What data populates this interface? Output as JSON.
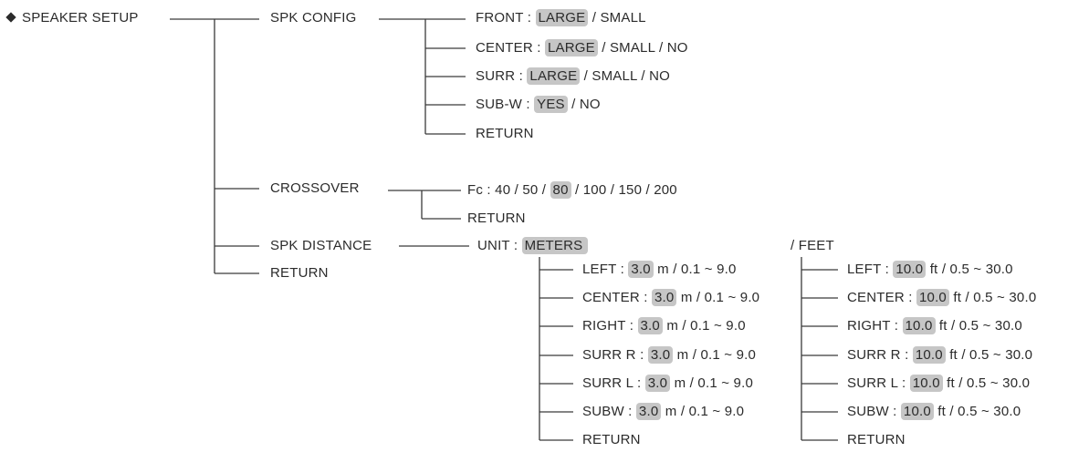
{
  "root": {
    "label": "SPEAKER SETUP"
  },
  "spk_config": {
    "label": "SPK CONFIG",
    "front": {
      "name": "FRONT :",
      "selected": "LARGE",
      "rest": "/  SMALL"
    },
    "center": {
      "name": "CENTER :",
      "selected": "LARGE",
      "rest": "/  SMALL  /  NO"
    },
    "surr": {
      "name": "SURR :",
      "selected": "LARGE",
      "rest": "/  SMALL  /  NO"
    },
    "subw": {
      "name": "SUB-W :",
      "selected": "YES",
      "rest": "/  NO"
    },
    "return": "RETURN"
  },
  "crossover": {
    "label": "CROSSOVER",
    "fc_before": "Fc :  40  /  50  /",
    "fc_selected": "80",
    "fc_after": "/  100  /  150  /  200",
    "return": "RETURN"
  },
  "spk_distance": {
    "label": "SPK DISTANCE",
    "unit_label": "UNIT :",
    "unit_selected": "METERS",
    "unit_feet": "/ FEET",
    "meters_rows": [
      {
        "name": "LEFT :",
        "value": "3.0",
        "unit": "m",
        "range": "/  0.1 ~ 9.0"
      },
      {
        "name": "CENTER :",
        "value": "3.0",
        "unit": "m",
        "range": "/  0.1 ~ 9.0"
      },
      {
        "name": "RIGHT :",
        "value": "3.0",
        "unit": "m",
        "range": "/  0.1 ~ 9.0"
      },
      {
        "name": "SURR R :",
        "value": "3.0",
        "unit": "m",
        "range": "/  0.1 ~ 9.0"
      },
      {
        "name": "SURR L :",
        "value": "3.0",
        "unit": "m",
        "range": "/  0.1 ~ 9.0"
      },
      {
        "name": "SUBW :",
        "value": "3.0",
        "unit": "m",
        "range": "/  0.1 ~ 9.0"
      }
    ],
    "meters_return": "RETURN",
    "feet_rows": [
      {
        "name": "LEFT :",
        "value": "10.0",
        "unit": "ft",
        "range": "/  0.5 ~ 30.0"
      },
      {
        "name": "CENTER :",
        "value": "10.0",
        "unit": "ft",
        "range": "/  0.5 ~ 30.0"
      },
      {
        "name": "RIGHT :",
        "value": "10.0",
        "unit": "ft",
        "range": "/  0.5 ~ 30.0"
      },
      {
        "name": "SURR R :",
        "value": "10.0",
        "unit": "ft",
        "range": "/  0.5 ~ 30.0"
      },
      {
        "name": "SURR L :",
        "value": "10.0",
        "unit": "ft",
        "range": "/  0.5 ~ 30.0"
      },
      {
        "name": "SUBW :",
        "value": "10.0",
        "unit": "ft",
        "range": "/  0.5 ~ 30.0"
      }
    ],
    "feet_return": "RETURN"
  },
  "root_return": "RETURN"
}
